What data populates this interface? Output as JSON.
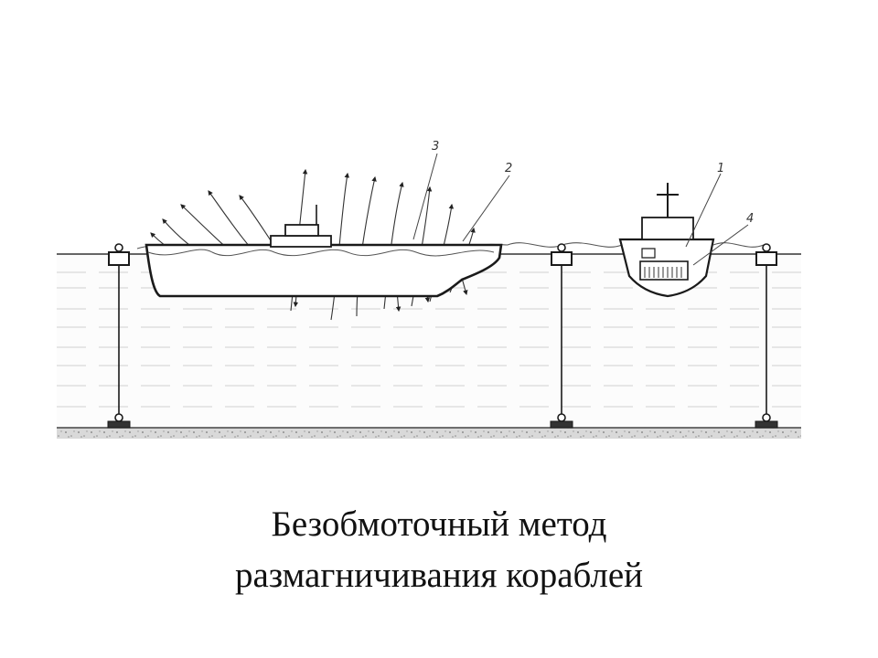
{
  "diagram": {
    "callouts": {
      "c1": "1",
      "c2": "2",
      "c3": "3",
      "c4": "4"
    }
  },
  "caption": {
    "line1": "Безобмоточный метод",
    "line2": "размагничивания кораблей"
  }
}
